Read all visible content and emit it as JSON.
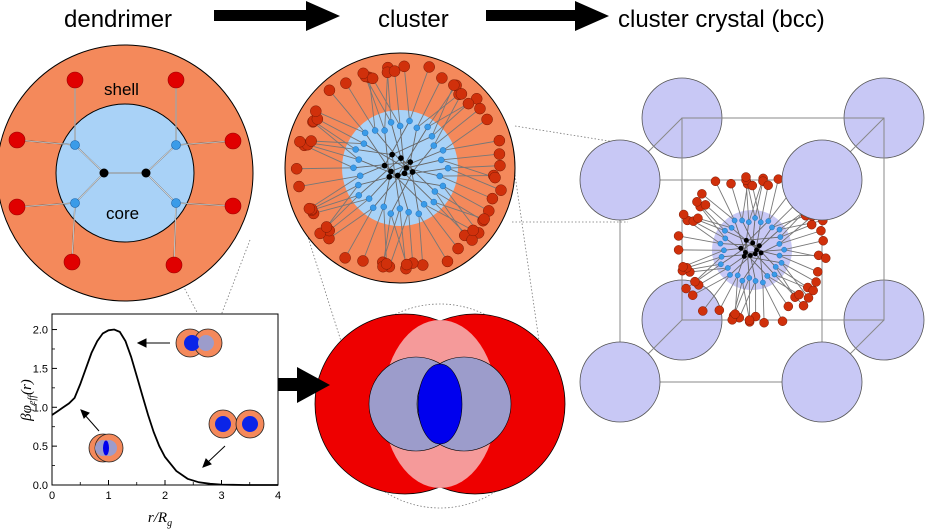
{
  "titles": {
    "dendrimer": "dendrimer",
    "cluster": "cluster",
    "crystal": "cluster crystal (bcc)"
  },
  "dendrimer_labels": {
    "shell": "shell",
    "core": "core"
  },
  "colors": {
    "shell": "#f4895b",
    "core": "#a9d2f7",
    "terminal_bead": "#e00000",
    "cluster_bead": "#d0300b",
    "intermediate_bead": "#3a9be8",
    "central_bead": "#000000",
    "bcc_sphere": "#c8c8f5",
    "overlap_red": "#ee0000",
    "overlap_pink": "#f59a9a",
    "overlap_lavender": "#9c9ccb",
    "overlap_blue": "#0000ee"
  },
  "chart_data": {
    "type": "line",
    "xlabel_main": "r/R",
    "xlabel_sub": "g",
    "ylabel_main": "βφ",
    "ylabel_sub": "eff",
    "ylabel_arg": "(r)",
    "xlim": [
      0,
      4
    ],
    "ylim": [
      0,
      2.2
    ],
    "xticks": [
      "0",
      "1",
      "2",
      "3",
      "4"
    ],
    "yticks": [
      "0.0",
      "0.5",
      "1.0",
      "1.5",
      "2.0"
    ],
    "series": [
      {
        "x": [
          0,
          0.1,
          0.2,
          0.3,
          0.4,
          0.5,
          0.6,
          0.7,
          0.8,
          0.9,
          1.0,
          1.1,
          1.2,
          1.3,
          1.4,
          1.5,
          1.6,
          1.7,
          1.8,
          1.9,
          2.0,
          2.2,
          2.4,
          2.6,
          2.8,
          3.0,
          3.2,
          3.4,
          3.6,
          3.8,
          4.0
        ],
        "y": [
          0.9,
          0.95,
          1.0,
          1.05,
          1.12,
          1.3,
          1.5,
          1.7,
          1.85,
          1.95,
          1.99,
          2.0,
          1.97,
          1.85,
          1.65,
          1.4,
          1.15,
          0.9,
          0.68,
          0.5,
          0.36,
          0.18,
          0.08,
          0.035,
          0.015,
          0.005,
          0.002,
          0.0,
          0.0,
          0.0,
          0.0
        ]
      }
    ]
  }
}
